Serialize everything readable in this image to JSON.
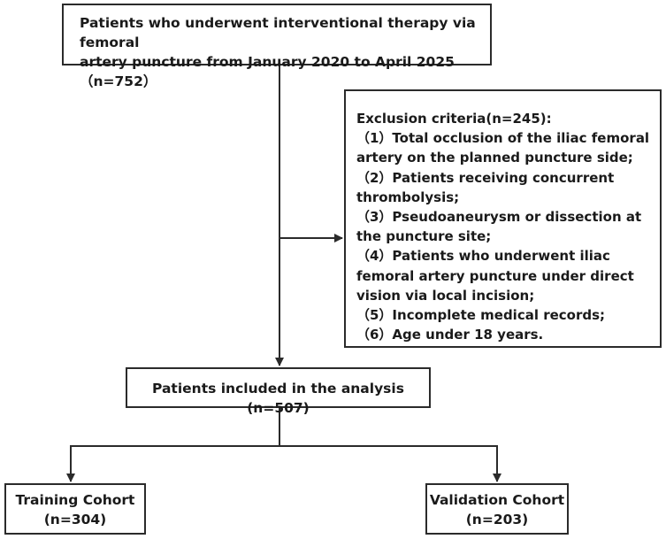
{
  "top_box": {
    "line1": "Patients who underwent interventional therapy via femoral",
    "line2": "artery puncture from January 2020 to April 2025（n=752）"
  },
  "exclusion_box": {
    "lines": [
      "Exclusion criteria(n=245):",
      "（1）Total occlusion of the iliac femoral",
      "artery on the planned puncture side;",
      "（2）Patients receiving concurrent",
      "thrombolysis;",
      "（3）Pseudoaneurysm or dissection at",
      "the puncture site;",
      "（4）Patients who underwent iliac",
      "femoral artery puncture under direct",
      "vision via local incision;",
      "（5）Incomplete medical records;",
      "（6）Age under 18 years."
    ]
  },
  "analysis_box": {
    "label": "Patients included in the analysis (n=507)"
  },
  "training_box": {
    "title": "Training Cohort",
    "count": "(n=304)"
  },
  "validation_box": {
    "title": "Validation Cohort",
    "count": "(n=203)"
  }
}
